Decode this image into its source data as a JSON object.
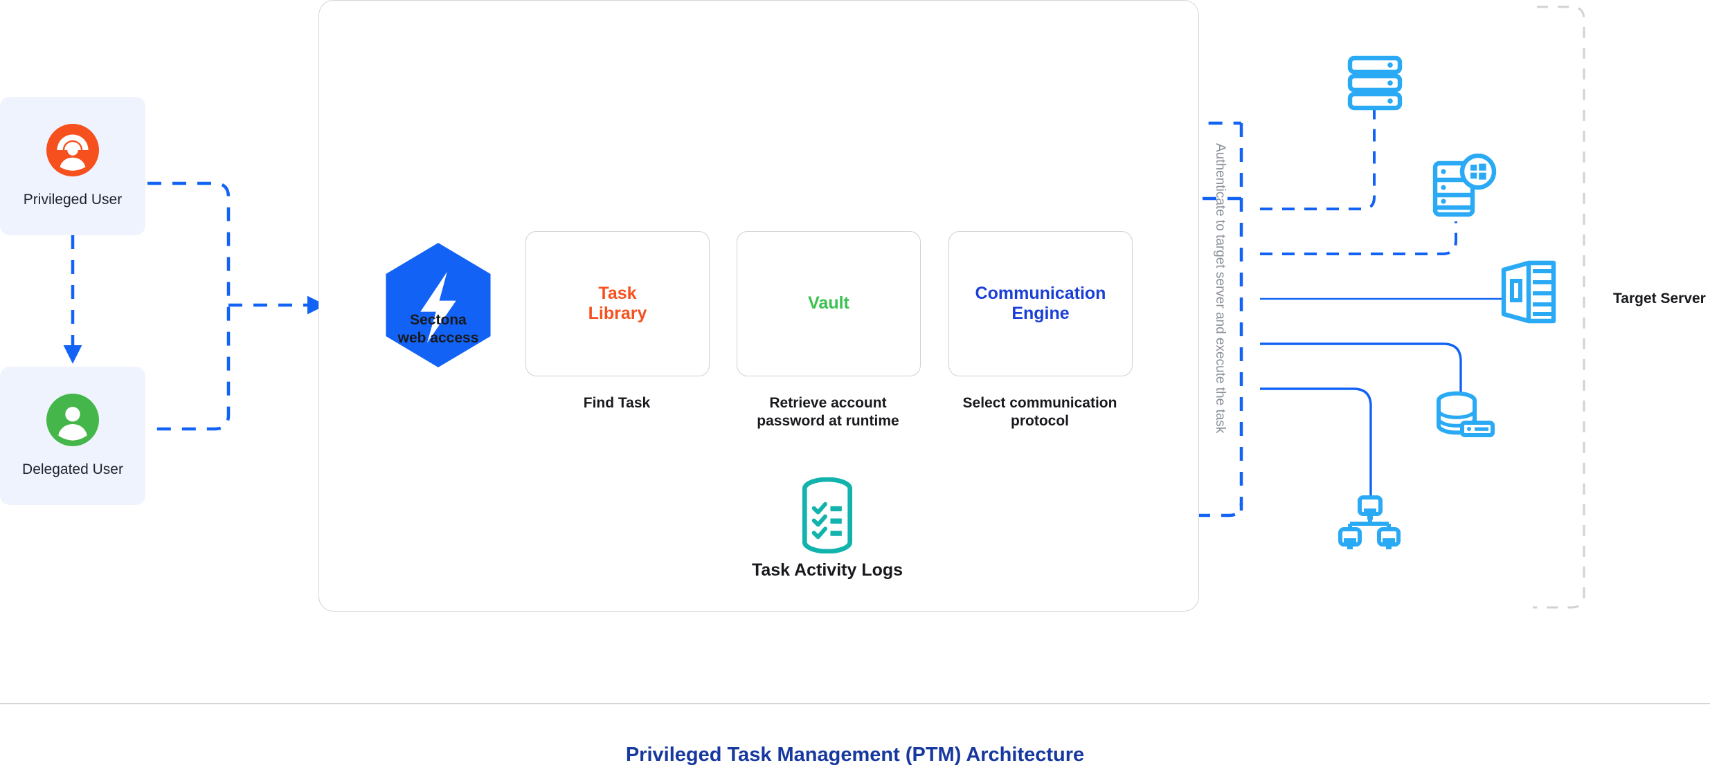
{
  "title": "Privileged Task Management (PTM) Architecture",
  "actors": [
    {
      "id": "privileged-user",
      "label": "Privileged User",
      "icon": "privileged-user-icon",
      "color": "#f6501e"
    },
    {
      "id": "delegated-user",
      "label": "Delegated User",
      "icon": "delegated-user-icon",
      "color": "#45b649"
    }
  ],
  "gateway": {
    "icon": "sectona-hexagon-logo",
    "caption_line1": "Sectona",
    "caption_line2": "web access",
    "color": "#1263f5"
  },
  "process_boxes": [
    {
      "id": "task-library",
      "title_line1": "Task",
      "title_line2": "Library",
      "color": "#f6501e",
      "caption_line1": "Find Task",
      "caption_line2": ""
    },
    {
      "id": "vault",
      "title_line1": "Vault",
      "title_line2": "",
      "color": "#3ac150",
      "caption_line1": "Retrieve account",
      "caption_line2": "password at runtime"
    },
    {
      "id": "communication-engine",
      "title_line1": "Communication",
      "title_line2": "Engine",
      "color": "#1a3fd6",
      "caption_line1": "Select communication",
      "caption_line2": "protocol"
    }
  ],
  "logs": {
    "icon": "task-activity-logs-cylinder-icon",
    "label": "Task Activity Logs",
    "color": "#12b3ad"
  },
  "authenticate_note": "Authenticate to target server and execute the task",
  "target": {
    "label": "Target Server",
    "icon_color": "#2aa9f5",
    "nodes": [
      {
        "id": "server-rack",
        "icon": "server-rack-icon",
        "link": "dashed"
      },
      {
        "id": "windows-server",
        "icon": "windows-server-icon",
        "link": "dashed"
      },
      {
        "id": "tower-server",
        "icon": "tower-server-icon",
        "link": "solid"
      },
      {
        "id": "database-server",
        "icon": "database-server-icon",
        "link": "solid"
      },
      {
        "id": "network-workstations",
        "icon": "network-workstations-icon",
        "link": "solid"
      }
    ]
  },
  "colors": {
    "flow_blue": "#1263f5",
    "panel_border": "#d2d4d8",
    "boundary_dash": "#d0d2d6",
    "title_blue": "#17389e",
    "card_bg": "#eef3fd"
  }
}
